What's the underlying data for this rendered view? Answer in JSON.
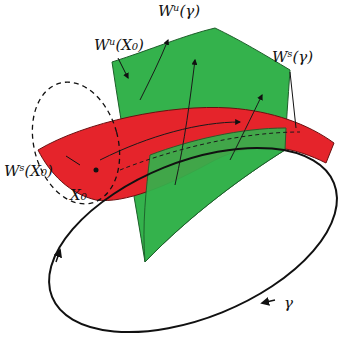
{
  "diagram": {
    "labels": [
      "Wᵘ(γ)",
      "Wᵘ(X₀)",
      "Wˢ(γ)",
      "Wˢ(X₀)",
      "X₀",
      "γ"
    ]
  }
}
